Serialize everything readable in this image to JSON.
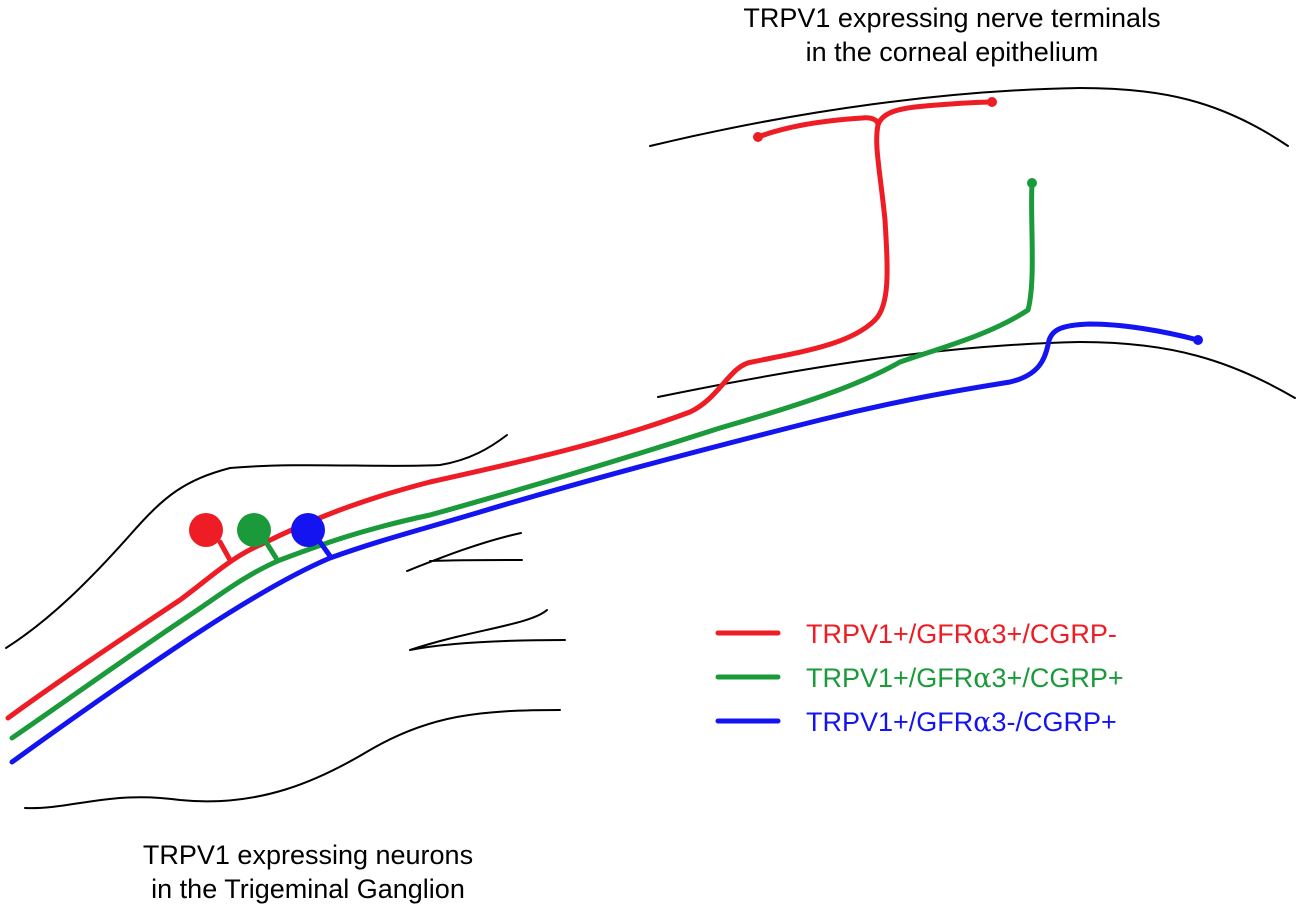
{
  "captions": {
    "top": {
      "line1": "TRPV1 expressing nerve terminals",
      "line2": "in the corneal epithelium"
    },
    "bottom": {
      "line1": "TRPV1 expressing neurons",
      "line2": "in the Trigeminal Ganglion"
    }
  },
  "fibers": [
    {
      "id": "red",
      "color": "#ee1c24",
      "label_prefix": "TRPV1+/GFR",
      "label_greek": "α",
      "label_suffix": "3+/CGRP-"
    },
    {
      "id": "green",
      "color": "#1a9a3a",
      "label_prefix": "TRPV1+/GFR",
      "label_greek": "α",
      "label_suffix": "3+/CGRP+"
    },
    {
      "id": "blue",
      "color": "#1414f0",
      "label_prefix": "TRPV1+/GFR",
      "label_greek": "α",
      "label_suffix": "3-/CGRP+"
    }
  ],
  "outline_color": "#000000"
}
